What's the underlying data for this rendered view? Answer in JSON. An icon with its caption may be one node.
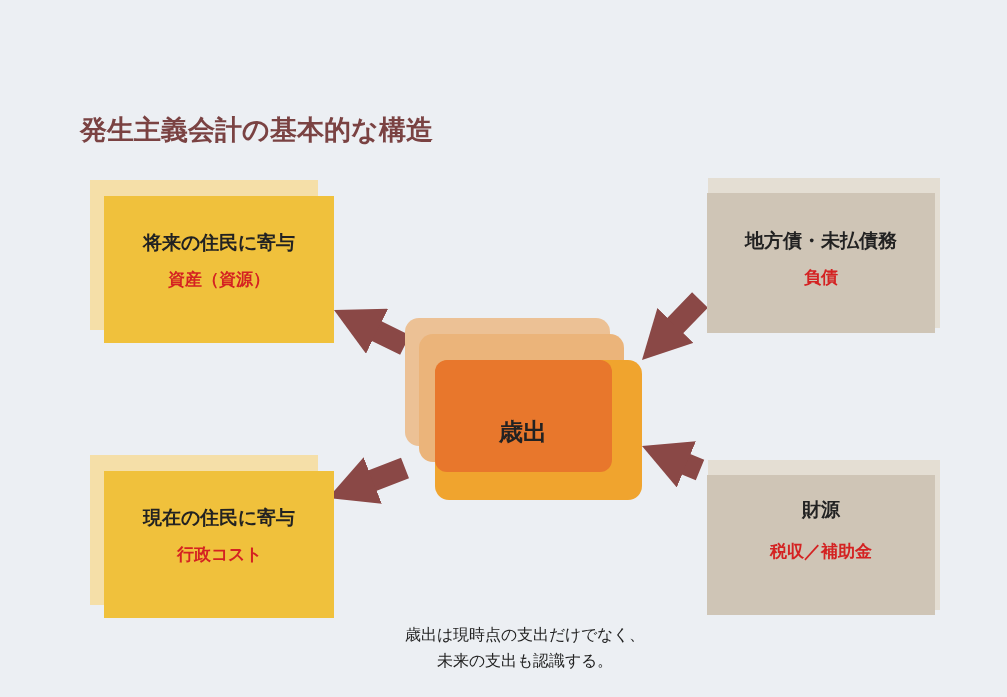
{
  "diagram": {
    "title": "発生主義会計の基本的な構造",
    "nodes": [
      {
        "text": [
          "歳出"
        ]
      },
      {
        "text": [
          "将来の住民に寄与",
          "資産（資源）"
        ]
      },
      {
        "text": [
          "現在の住民に寄与",
          "行政コスト"
        ]
      },
      {
        "text": [
          "地方債・未払債務",
          "負債"
        ]
      },
      {
        "text": [
          "財源",
          "税収／補助金"
        ]
      }
    ],
    "edges": [
      {
        "from": 0,
        "to": 1,
        "arrow": "to"
      },
      {
        "from": 0,
        "to": 2,
        "arrow": "to"
      },
      {
        "from": 3,
        "to": 0,
        "arrow": "to"
      },
      {
        "from": 4,
        "to": 0,
        "arrow": "to"
      }
    ],
    "labels": [
      "歳出は現時点の支出だけでなく、未来の支出も認識する。"
    ]
  }
}
